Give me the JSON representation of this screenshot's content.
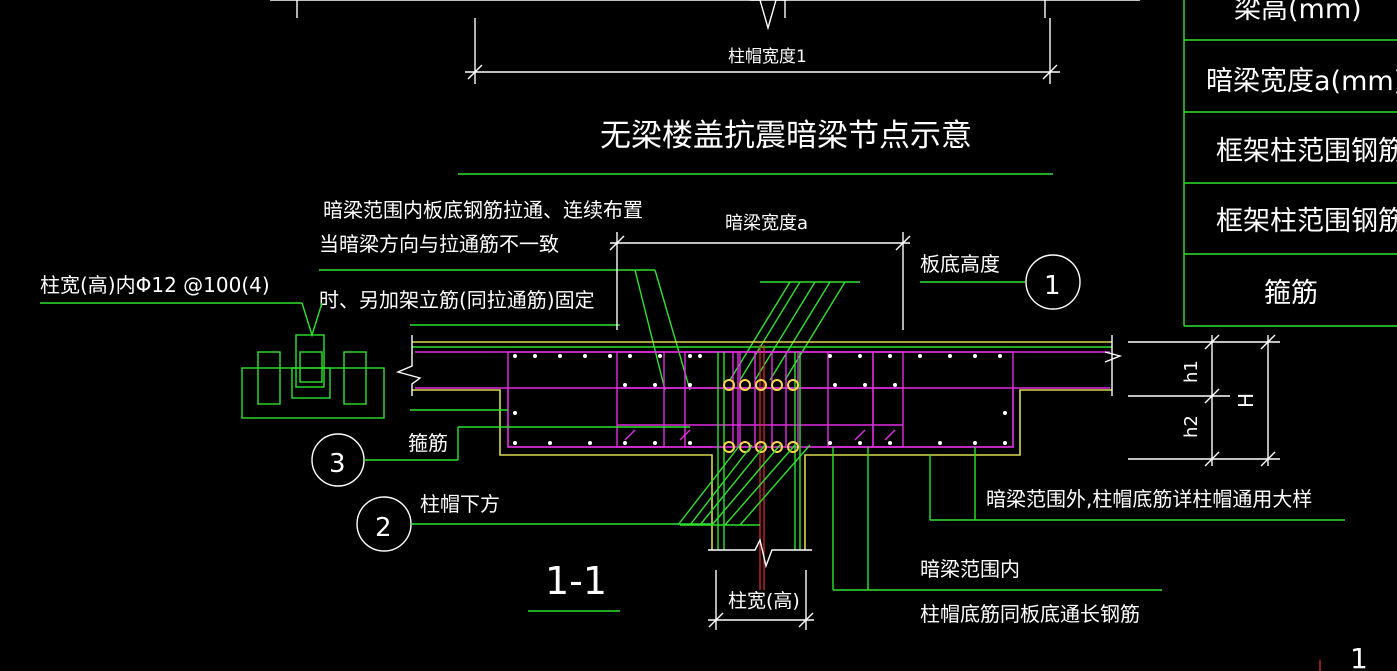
{
  "drawing": {
    "title": "无梁楼盖抗震暗梁节点示意",
    "section_label": "1-1",
    "dimensions": {
      "cap_width": "柱帽宽度1",
      "dark_beam_width": "暗梁宽度a",
      "column_width": "柱宽(高)",
      "h1": "h1",
      "h2": "h2",
      "H": "H"
    },
    "notes": {
      "top_line1": "暗梁范围内板底钢筋拉通、连续布置",
      "top_line2": "当暗梁方向与拉通筋不一致",
      "top_line3": "时、另加架立筋(同拉通筋)固定",
      "stirrup_left": "柱宽(高)内Φ12 @100(4)",
      "slab_bottom_height": "板底高度",
      "stirrup": "箍筋",
      "cap_below": "柱帽下方",
      "outside_beam": "暗梁范围外,柱帽底筋详柱帽通用大样",
      "inside_beam": "暗梁范围内",
      "cap_bottom_bars": "柱帽底筋同板底通长钢筋"
    },
    "callouts": [
      "1",
      "2",
      "3"
    ],
    "corner_mark": "1"
  },
  "table": {
    "rows": [
      "梁高(mm)",
      "暗梁宽度a(mm)",
      "框架柱范围钢筋",
      "框架柱范围钢筋",
      "箍筋"
    ]
  },
  "colors": {
    "background": "#000000",
    "line_green": "#2ee22e",
    "line_white": "#ffffff",
    "rebar_magenta": "#e02ee0",
    "concrete_yellow": "#d8d84a",
    "axis_red": "#e03030"
  }
}
